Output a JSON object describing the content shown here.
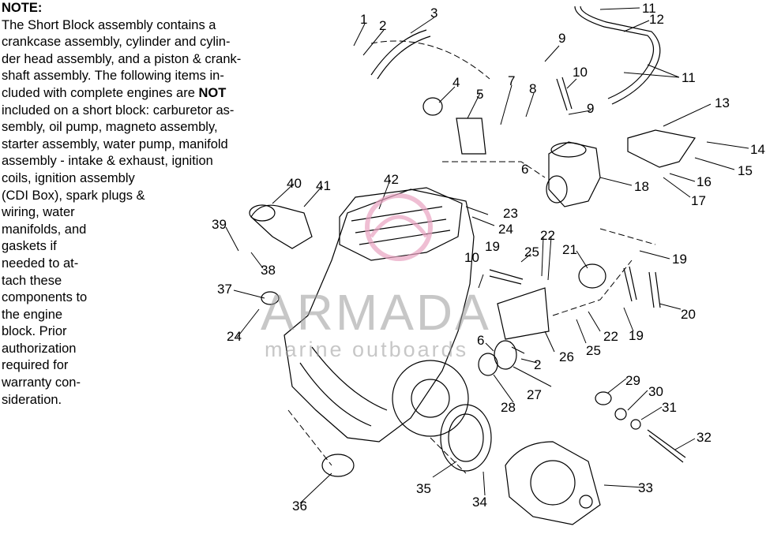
{
  "note": {
    "heading": "NOTE:",
    "lines": [
      "The Short Block assembly contains a",
      "crankcase assembly, cylinder and cylin-",
      "der head assembly, and a piston & crank-",
      "shaft assembly.  The following items in-",
      "cluded with complete engines are ",
      "included on a short block:  carburetor as-",
      "sembly, oil pump, magneto assembly,",
      "starter assembly, water pump, manifold",
      "assembly - intake & exhaust, ignition",
      "coils, ignition assembly",
      "(CDI Box), spark plugs &",
      "wiring, water",
      "manifolds, and",
      "gaskets if",
      "needed to at-",
      "tach these",
      "components to",
      "the engine",
      "block.  Prior",
      "authorization",
      "required for",
      "warranty con-",
      "sideration."
    ],
    "emphasis": "NOT"
  },
  "watermark": {
    "brand": "ARMADA",
    "tagline": "marine outboards",
    "colors": {
      "text": "#9a9a9a",
      "logo": "#e8a3c0"
    }
  },
  "callouts": [
    "1",
    "2",
    "3",
    "4",
    "5",
    "6",
    "7",
    "8",
    "9",
    "9",
    "10",
    "11",
    "11",
    "12",
    "13",
    "14",
    "15",
    "16",
    "17",
    "18",
    "19",
    "19",
    "19",
    "20",
    "21",
    "22",
    "22",
    "23",
    "24",
    "24",
    "25",
    "25",
    "26",
    "2",
    "6",
    "27",
    "28",
    "29",
    "30",
    "31",
    "32",
    "33",
    "34",
    "35",
    "36",
    "37",
    "38",
    "39",
    "40",
    "41",
    "42",
    "10"
  ]
}
